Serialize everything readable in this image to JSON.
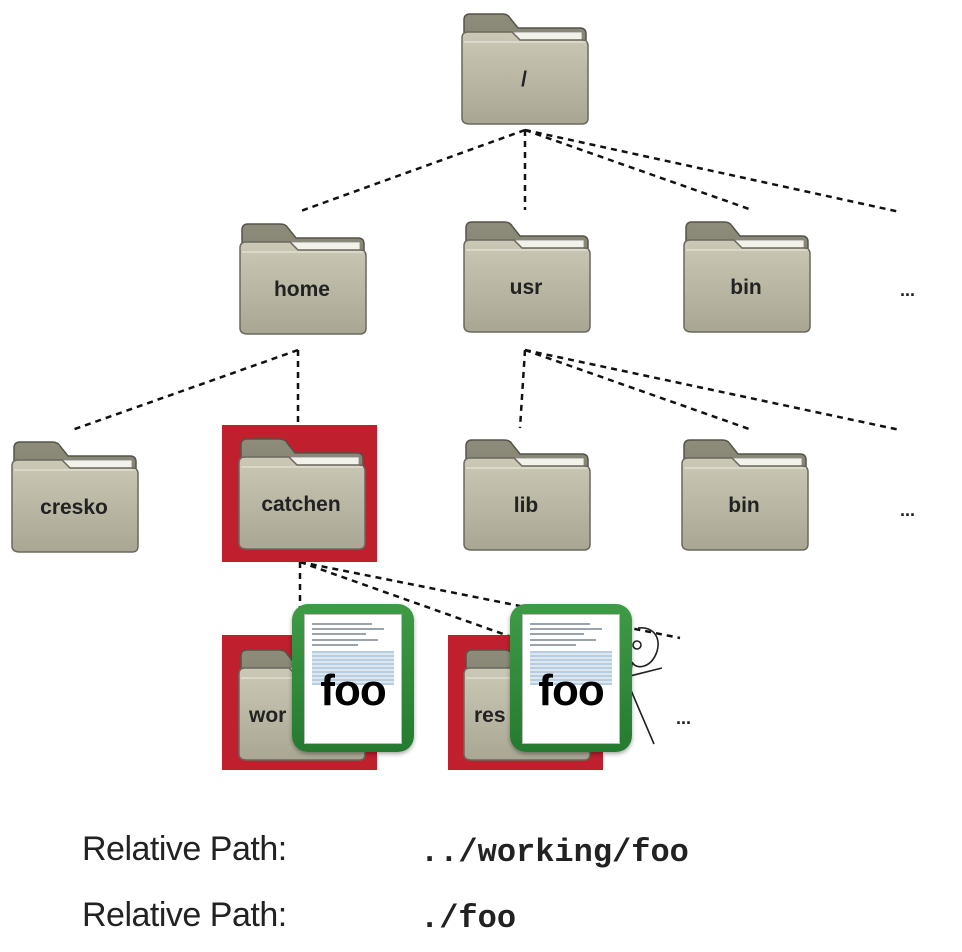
{
  "tree": {
    "root": "/",
    "level1": [
      "home",
      "usr",
      "bin",
      "..."
    ],
    "level2": [
      "cresko",
      "catchen",
      "lib",
      "bin",
      "..."
    ],
    "level3": [
      "wor",
      "res",
      "..."
    ]
  },
  "files": [
    "foo",
    "foo"
  ],
  "paths": [
    {
      "label": "Relative Path:",
      "value": "../working/foo"
    },
    {
      "label": "Relative Path:",
      "value": "./foo"
    }
  ],
  "colors": {
    "highlight": "#c01f2e",
    "folder": "#b9b7a3",
    "file_frame": "#2f8a38"
  },
  "icons": [
    "folder-icon",
    "document-icon",
    "stick-figure-icon"
  ]
}
